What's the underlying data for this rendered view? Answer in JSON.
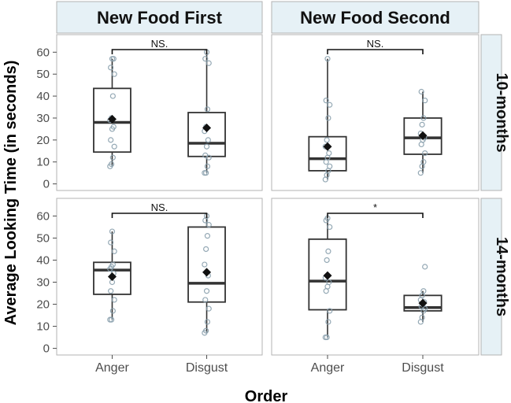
{
  "chart_data": {
    "type": "boxplot",
    "xlabel": "Order",
    "ylabel": "Average Looking Time (in seconds)",
    "ylim": [
      -3,
      68
    ],
    "yticks": [
      0,
      10,
      20,
      30,
      40,
      50,
      60
    ],
    "categories": [
      "Anger",
      "Disgust"
    ],
    "column_facets": [
      "New Food First",
      "New Food Second"
    ],
    "row_facets": [
      "10-months",
      "14-months"
    ],
    "colors": {
      "strip_fill": "#e6f1f6",
      "box_stroke": "#333333",
      "point_stroke": "#8aa0ad",
      "mean_marker": "#111111",
      "panel_border": "#b3b3b3",
      "tick_label": "#4d4d4d"
    },
    "panels": [
      {
        "col": "New Food First",
        "row": "10-months",
        "significance": "NS.",
        "boxes": [
          {
            "category": "Anger",
            "min": 8,
            "q1": 14.5,
            "median": 28,
            "q3": 43.5,
            "max": 57,
            "mean": 29.5,
            "points": [
              8,
              9,
              12,
              17,
              20,
              25,
              26,
              29,
              30,
              40,
              50,
              53,
              57,
              57
            ]
          },
          {
            "category": "Disgust",
            "min": 5,
            "q1": 12.5,
            "median": 18.5,
            "q3": 32.5,
            "max": 60,
            "mean": 25.5,
            "points": [
              5,
              5,
              8,
              12,
              13,
              17,
              20,
              24,
              26,
              34,
              55,
              57,
              60
            ]
          }
        ]
      },
      {
        "col": "New Food Second",
        "row": "10-months",
        "significance": "NS.",
        "boxes": [
          {
            "category": "Anger",
            "min": 2,
            "q1": 6,
            "median": 11.5,
            "q3": 21.5,
            "max": 57,
            "mean": 17,
            "points": [
              2,
              4,
              6,
              8,
              10,
              12,
              14,
              17,
              20,
              30,
              36,
              38,
              57
            ]
          },
          {
            "category": "Disgust",
            "min": 5,
            "q1": 13.5,
            "median": 21,
            "q3": 30,
            "max": 42,
            "mean": 22,
            "points": [
              5,
              8,
              10,
              14,
              18,
              20,
              21,
              23,
              27,
              30,
              38,
              42
            ]
          }
        ]
      },
      {
        "col": "New Food First",
        "row": "14-months",
        "significance": "NS.",
        "boxes": [
          {
            "category": "Anger",
            "min": 13,
            "q1": 24.5,
            "median": 35.5,
            "q3": 39,
            "max": 53,
            "mean": 32.5,
            "points": [
              13,
              13,
              17,
              22,
              26,
              30,
              34,
              36,
              37,
              38,
              44,
              48,
              53
            ]
          },
          {
            "category": "Disgust",
            "min": 7,
            "q1": 21,
            "median": 29.5,
            "q3": 55,
            "max": 60,
            "mean": 34.5,
            "points": [
              7,
              8,
              12,
              18,
              22,
              26,
              33,
              38,
              45,
              51,
              56,
              58,
              60
            ]
          }
        ]
      },
      {
        "col": "New Food Second",
        "row": "14-months",
        "significance": "*",
        "boxes": [
          {
            "category": "Anger",
            "min": 5,
            "q1": 17.5,
            "median": 30.5,
            "q3": 49.5,
            "max": 59,
            "mean": 33,
            "points": [
              5,
              5,
              12,
              17,
              26,
              28,
              30,
              32,
              40,
              44,
              55,
              58,
              59
            ]
          },
          {
            "category": "Disgust",
            "min": 12,
            "q1": 17,
            "median": 18.5,
            "q3": 24,
            "max": 26,
            "mean": 20.5,
            "points": [
              12,
              14,
              17,
              18,
              19,
              20,
              21,
              22,
              24,
              26,
              37
            ]
          }
        ]
      }
    ]
  }
}
